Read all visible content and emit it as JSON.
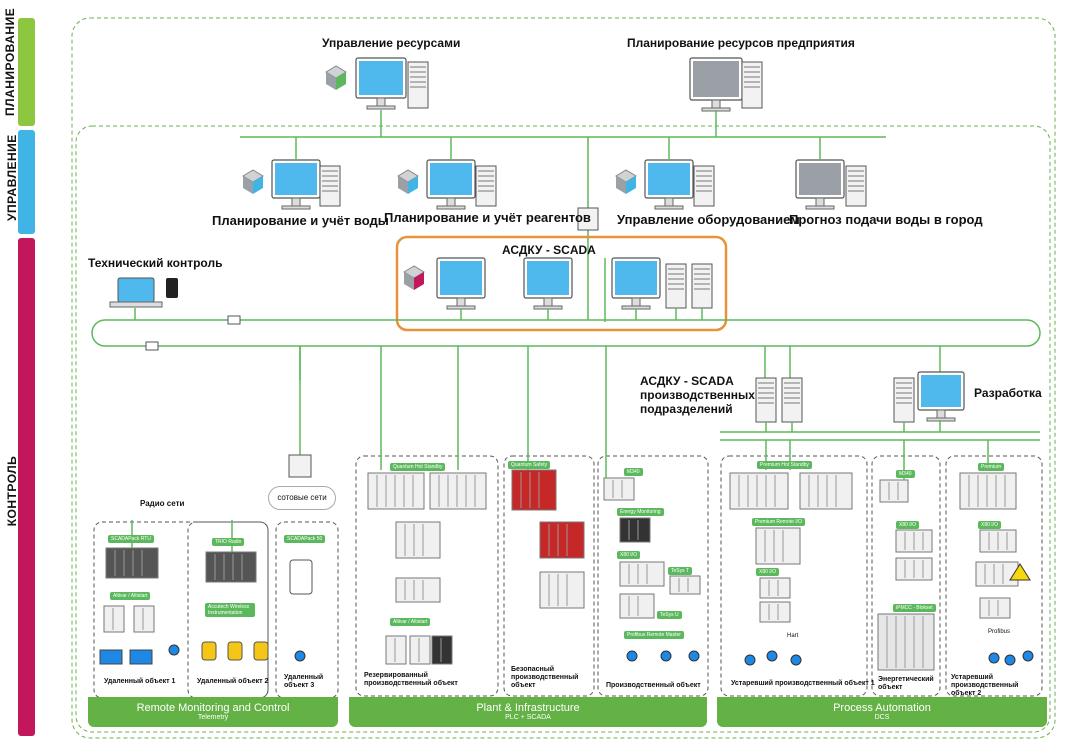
{
  "levels": [
    {
      "label": "ПЛАНИРОВАНИЕ",
      "color": "#8dc63f"
    },
    {
      "label": "УПРАВЛЕНИЕ",
      "color": "#3fb4e5"
    },
    {
      "label": "КОНТРОЛЬ",
      "color": "#c2185b"
    }
  ],
  "colors": {
    "network": "#5cb85c",
    "scada_box": "#e8923a",
    "dashed": "#6ab04c"
  },
  "planning": {
    "resource_mgmt": "Управление ресурсами",
    "erp": "Планирование ресурсов предприятия"
  },
  "management": {
    "water": "Планирование и учёт воды",
    "reagents": "Планирование и учёт реагентов",
    "equipment": "Управление оборудованием",
    "forecast": "Прогноз подачи воды в город"
  },
  "control": {
    "tech_control": "Технический контроль",
    "scada_title": "АСДКУ - SCADA",
    "scada_sub": "АСДКУ - SCADA производственных подразделений",
    "dev": "Разработка",
    "radio": "Радио сети",
    "cellular": "сотовые сети"
  },
  "sites": {
    "remote1": "Удаленный объект 1",
    "remote2": "Удаленный объект 2",
    "remote3": "Удаленный объект 3",
    "redundant": "Резервированный производственный объект",
    "safe": "Безопасный производственный объект",
    "prod": "Производственный объект",
    "legacy1": "Устаревший производственный объект 1",
    "energy": "Энергетический объект",
    "legacy2": "Устаревший производственный объект 2"
  },
  "tags": {
    "scadapack_rtu": "SCADAPack RTU",
    "trio": "TRIO Radio",
    "scadapack50": "SCADAPack 50",
    "altivar": "Altivar / Altistart",
    "accutech": "Accutech Wireless Instrumentation",
    "quantum_hot": "Quantum Hot Standby",
    "quantum_safety": "Quantum Safety",
    "altivar2": "Altivar / Altistart",
    "m340a": "M340",
    "energy_mon": "Energy Monitoring",
    "x80io": "X80 I/O",
    "tesys_t": "TeSys T",
    "tesys_u": "TeSys U",
    "profibus_master": "Profibus Remote Master",
    "premium_hot": "Premium Hot Standby",
    "premium_remote": "Premium Remote I/O",
    "x80io2": "X80 I/O",
    "m340b": "M340",
    "x80io3": "X80 I/O",
    "pmcc": "iPMCC - Blokset",
    "premium": "Premium",
    "x80io4": "X80 I/O",
    "hart": "Hart",
    "profibus": "Profibus"
  },
  "bars": [
    {
      "title": "Remote Monitoring and Control",
      "sub": "Telemetry"
    },
    {
      "title": "Plant & Infrastructure",
      "sub": "PLC + SCADA"
    },
    {
      "title": "Process Automation",
      "sub": "DCS"
    }
  ]
}
